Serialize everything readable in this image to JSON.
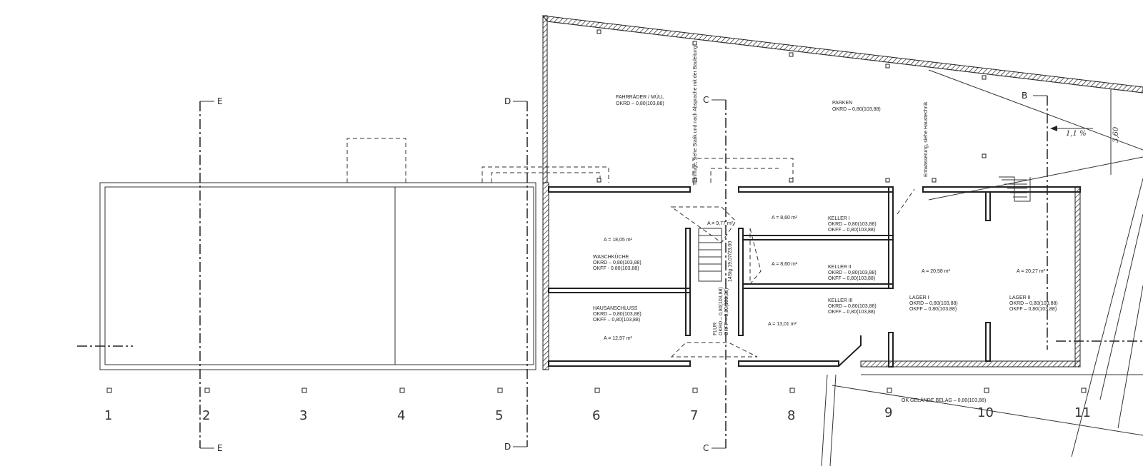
{
  "rooms": {
    "fahrraeder": {
      "name": "FAHRRÄDER / MÜLL",
      "okrd": "OKRD – 0,80(103,88)"
    },
    "parken": {
      "name": "PARKEN",
      "okrd": "OKRD – 0,80(103,88)"
    },
    "waschkueche": {
      "area": "A = 18,05 m²",
      "name": "WASCHKÜCHE",
      "okrd": "OKRD – 0,80(103,88)",
      "okff": "OKFF - 0,80(103,88)"
    },
    "hausanschluss": {
      "name": "HAUSANSCHLUSS",
      "okrd": "OKRD – 0,80(103,88)",
      "okff": "OKFF – 0,80(103,88)",
      "area": "A = 12,97 m²"
    },
    "flur": {
      "area": "A = 9,77 m²",
      "name": "FLUR",
      "okrd": "OKRD – 0,80(103,88)",
      "okff": "OKFF – 0,80(103,88)",
      "stair": "14Stg 19,07/23,00"
    },
    "keller1": {
      "area": "A = 8,60 m²",
      "name": "KELLER I",
      "okrd": "OKRD – 0,80(103,88)",
      "okff": "OKFF – 0,80(103,88)"
    },
    "keller2": {
      "area": "A = 8,60 m²",
      "name": "KELLER II",
      "okrd": "OKRD – 0,80(103,88)",
      "okff": "OKFF – 0,80(103,88)"
    },
    "keller3": {
      "area": "A = 13,01 m²",
      "name": "KELLER III",
      "okrd": "OKRD – 0,80(103,88)",
      "okff": "OKFF – 0,80(103,88)"
    },
    "lager1": {
      "area": "A = 20,58 m²",
      "name": "LAGER I",
      "okrd": "OKRD – 0,80(103,88)",
      "okff": "OKFF – 0,80(103,88)"
    },
    "lager2": {
      "area": "A = 20,27 m²",
      "name": "LAGER II",
      "okrd": "OKRD – 0,80(103,88)",
      "okff": "OKFF – 0,80(103,88)"
    }
  },
  "notes": {
    "trennfuge": "Trennfuge, siehe Statik und nach Absprache mit der Bauleitung",
    "entwaesserung": "Entwässerung, siehe Haustechnik",
    "gelaende": "OK GELÄNDE BELAG – 0,80(103,88)",
    "gefaelle": "1,1 %",
    "dim": "3,60"
  },
  "sections": [
    "E",
    "D",
    "C",
    "B"
  ],
  "axes": [
    "1",
    "2",
    "3",
    "4",
    "5",
    "6",
    "7",
    "8",
    "9",
    "10",
    "11"
  ]
}
